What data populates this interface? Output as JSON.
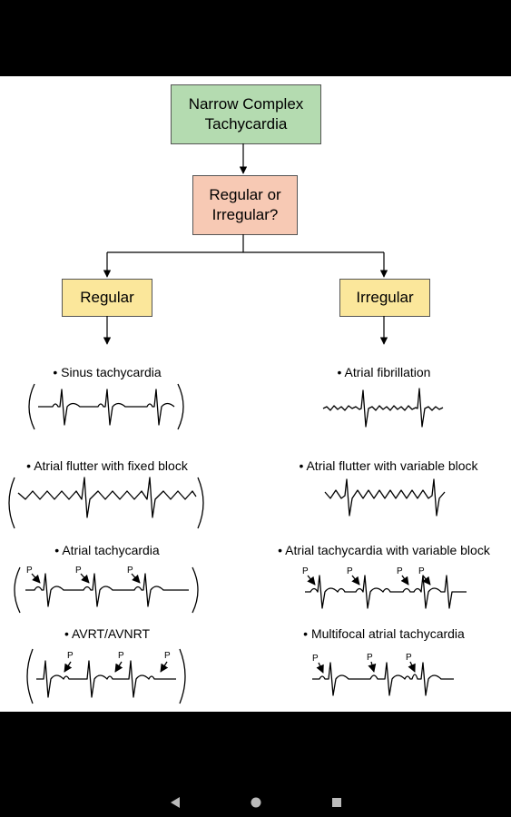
{
  "flow": {
    "root": "Narrow Complex\nTachycardia",
    "question": "Regular or\nIrregular?",
    "left_branch": "Regular",
    "right_branch": "Irregular"
  },
  "regular_items": [
    "• Sinus tachycardia",
    "• Atrial flutter with fixed block",
    "• Atrial tachycardia",
    "• AVRT/AVNRT"
  ],
  "irregular_items": [
    "• Atrial fibrillation",
    "• Atrial flutter with variable block",
    "• Atrial tachycardia with variable block",
    "• Multifocal atrial tachycardia"
  ],
  "p_marker": "P",
  "colors": {
    "root_fill": "#b4dbb0",
    "question_fill": "#f7c9b4",
    "branch_fill": "#fbe79b"
  },
  "nav_icons": [
    "back-icon",
    "home-icon",
    "recents-icon"
  ]
}
